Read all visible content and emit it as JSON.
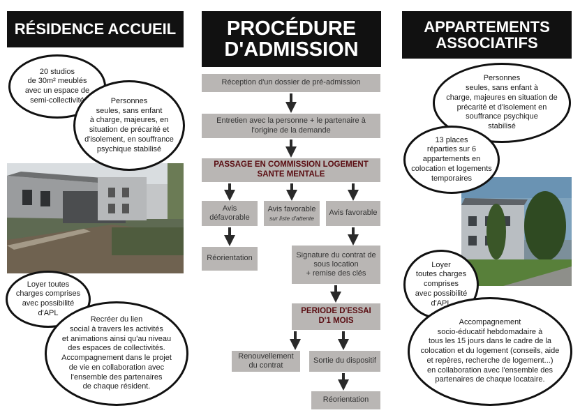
{
  "left": {
    "title": "RÉSIDENCE ACCUEIL",
    "bubble_studios": "20 studios\nde 30m² meublés\navec un espace de\nsemi-collectivité",
    "bubble_persons": "Personnes\nseules, sans enfant\nà charge, majeures, en\nsituation de précarité et\nd'isolement, en souffrance\npsychique stabilisé",
    "bubble_rent": "Loyer toutes\ncharges comprises\navec possibilité\nd'APL",
    "bubble_link": "Recréer du lien\nsocial à travers les activités\net animations ainsi qu'au niveau\ndes espaces de collectivités.\nAccompagnement dans le projet\nde vie en collaboration avec\nl'ensemble des partenaires\nde chaque résident."
  },
  "center": {
    "title": "PROCÉDURE\nD'ADMISSION",
    "step_reception": "Réception d'un dossier de pré-admission",
    "step_interview": "Entretien avec la personne + le partenaire à\nl'origine de la demande",
    "step_commission": "PASSAGE EN COMMISSION LOGEMENT\nSANTE MENTALE",
    "avis_defavorable": "Avis\ndéfavorable",
    "avis_favorable_wait": "Avis favorable",
    "avis_favorable_wait_note": "sur liste d'attente",
    "avis_favorable": "Avis favorable",
    "reorientation_1": "Réorientation",
    "signature": "Signature du contrat de\nsous location\n+ remise des clés",
    "trial": "PERIODE D'ESSAI\nD'1 MOIS",
    "renewal": "Renouvellement\ndu contrat",
    "exit": "Sortie du dispositif",
    "reorientation_2": "Réorientation"
  },
  "right": {
    "title": "APPARTEMENTS\nASSOCIATIFS",
    "bubble_persons": "Personnes\nseules, sans enfant à\ncharge, majeures en situation de\nprécarité et d'isolement en\nsouffrance psychique\nstabilisé",
    "bubble_places": "13 places\nréparties sur 6\nappartements en\ncolocation et logements\ntemporaires",
    "bubble_rent": "Loyer\ntoutes charges\ncomprises\navec possibilité\nd'APL",
    "bubble_support": "Accompagnement\nsocio-éducatif hebdomadaire à\ntous les 15 jours dans le cadre de la\ncolocation et du logement (conseils, aide\net repères, recherche de logement...)\nen collaboration avec l'ensemble des\npartenaires de chaque locataire."
  },
  "colors": {
    "title_bg": "#111111",
    "box_bg": "#b9b6b4",
    "bold_text": "#5a0d12",
    "arrow": "#2a2a2a"
  }
}
